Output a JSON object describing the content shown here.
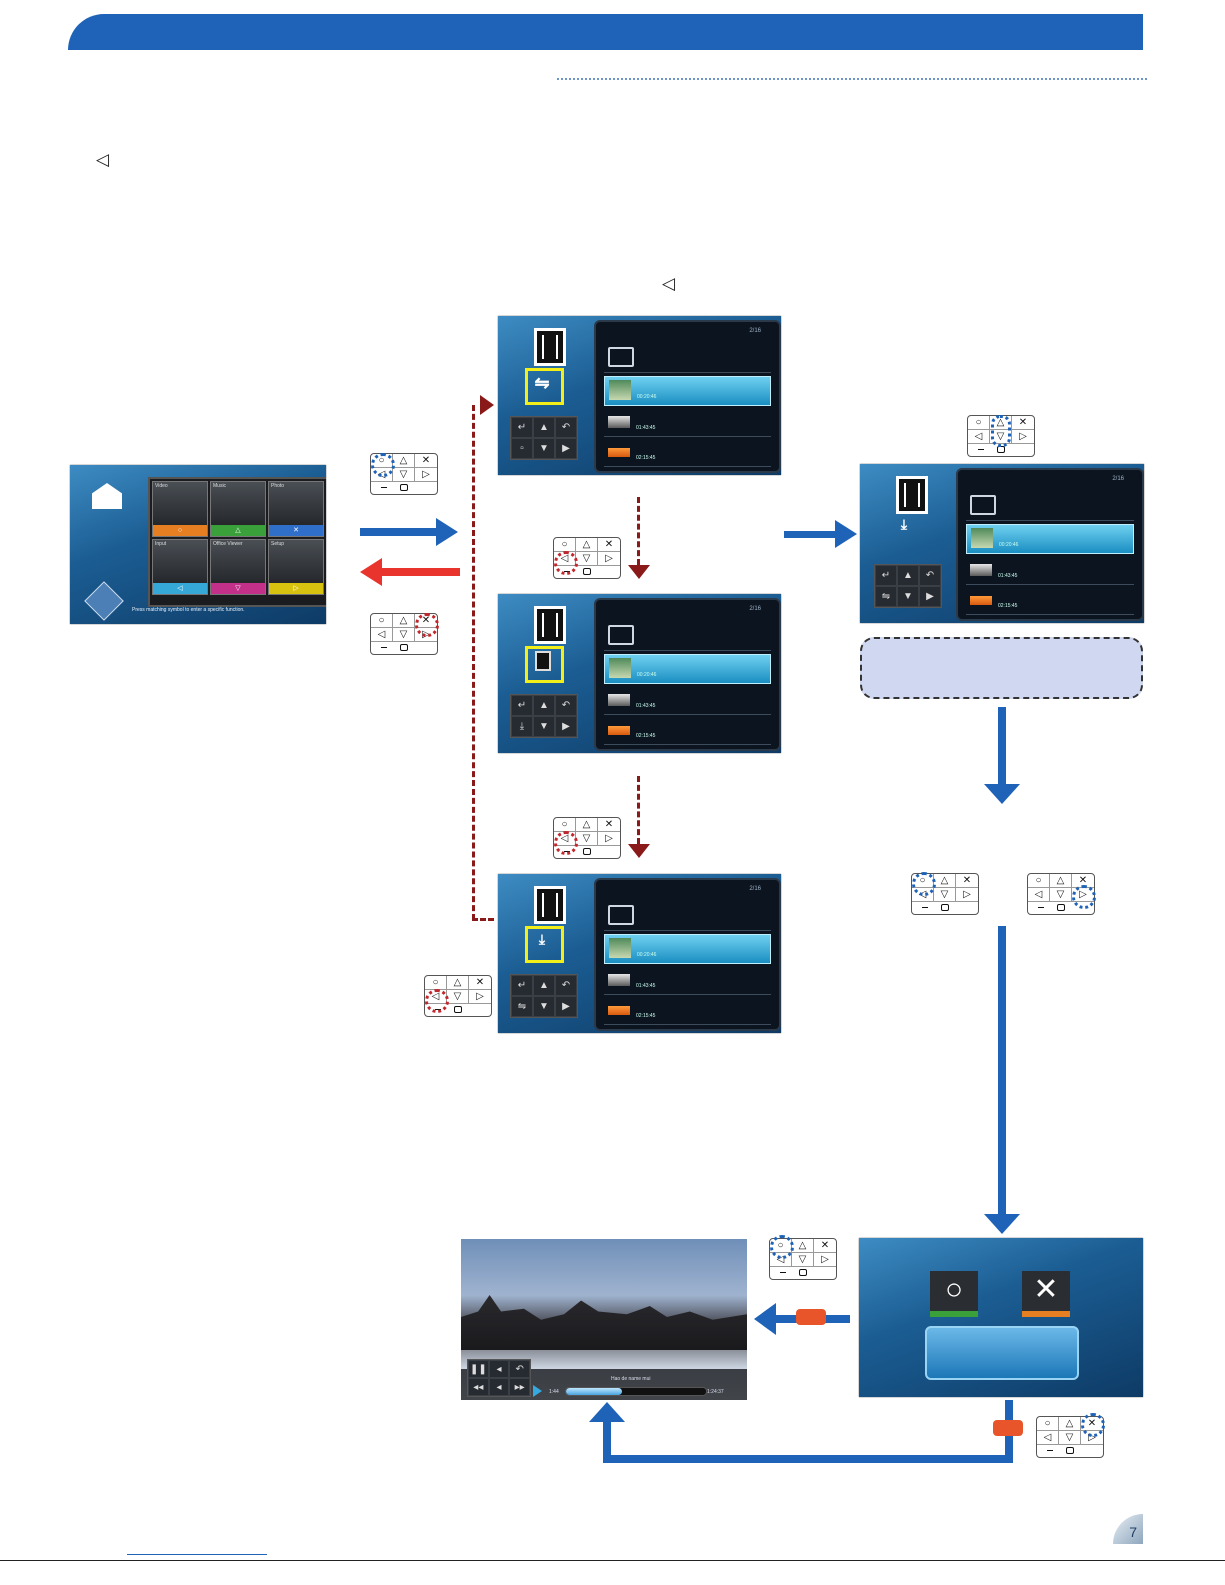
{
  "page": {
    "number": "7"
  },
  "symbols": {
    "left_triangle": "◁"
  },
  "remote": {
    "circle": "○",
    "up": "△",
    "cross": "✕",
    "left": "◁",
    "down": "▽",
    "right": "▷"
  },
  "home_screen": {
    "tiles": [
      {
        "label": "Video",
        "symbol": "○",
        "color": "#e67e22"
      },
      {
        "label": "Music",
        "symbol": "△",
        "color": "#3aa03a"
      },
      {
        "label": "Photo",
        "symbol": "✕",
        "color": "#2f6ec9"
      },
      {
        "label": "Input",
        "symbol": "◁",
        "color": "#35a8d8"
      },
      {
        "label": "Office Viewer",
        "symbol": "▽",
        "color": "#c2308a"
      },
      {
        "label": "Setup",
        "symbol": "▷",
        "color": "#d6c20f"
      }
    ],
    "hint": "Press matching symbol to enter a specific function."
  },
  "browser": {
    "count": "2/16",
    "times": [
      "00:20:46",
      "01:43:45",
      "02:15:45"
    ]
  },
  "player": {
    "title": "Hao de name mui",
    "time_start": "1:44",
    "time_end": "1:24:37",
    "progress": 0.4
  },
  "dialog": {
    "ok_symbol": "○",
    "cancel_symbol": "✕"
  }
}
